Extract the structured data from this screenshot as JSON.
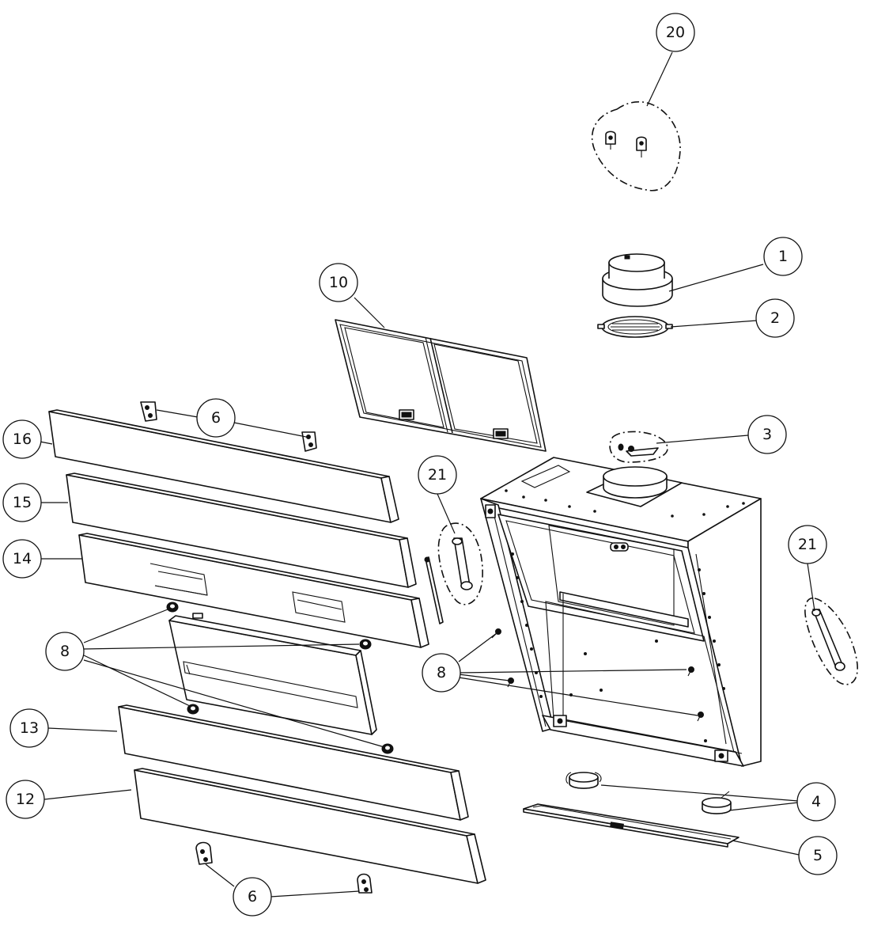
{
  "callouts": [
    {
      "id": "c20",
      "label": "20"
    },
    {
      "id": "c1",
      "label": "1"
    },
    {
      "id": "c2",
      "label": "2"
    },
    {
      "id": "c10",
      "label": "10"
    },
    {
      "id": "c3",
      "label": "3"
    },
    {
      "id": "c6a",
      "label": "6"
    },
    {
      "id": "c16",
      "label": "16"
    },
    {
      "id": "c15",
      "label": "15"
    },
    {
      "id": "c21a",
      "label": "21"
    },
    {
      "id": "c21b",
      "label": "21"
    },
    {
      "id": "c14",
      "label": "14"
    },
    {
      "id": "c8a",
      "label": "8"
    },
    {
      "id": "c8b",
      "label": "8"
    },
    {
      "id": "c13",
      "label": "13"
    },
    {
      "id": "c4",
      "label": "4"
    },
    {
      "id": "c12",
      "label": "12"
    },
    {
      "id": "c5",
      "label": "5"
    },
    {
      "id": "c6b",
      "label": "6"
    }
  ],
  "colors": {
    "line": "#111111",
    "background": "#ffffff"
  }
}
